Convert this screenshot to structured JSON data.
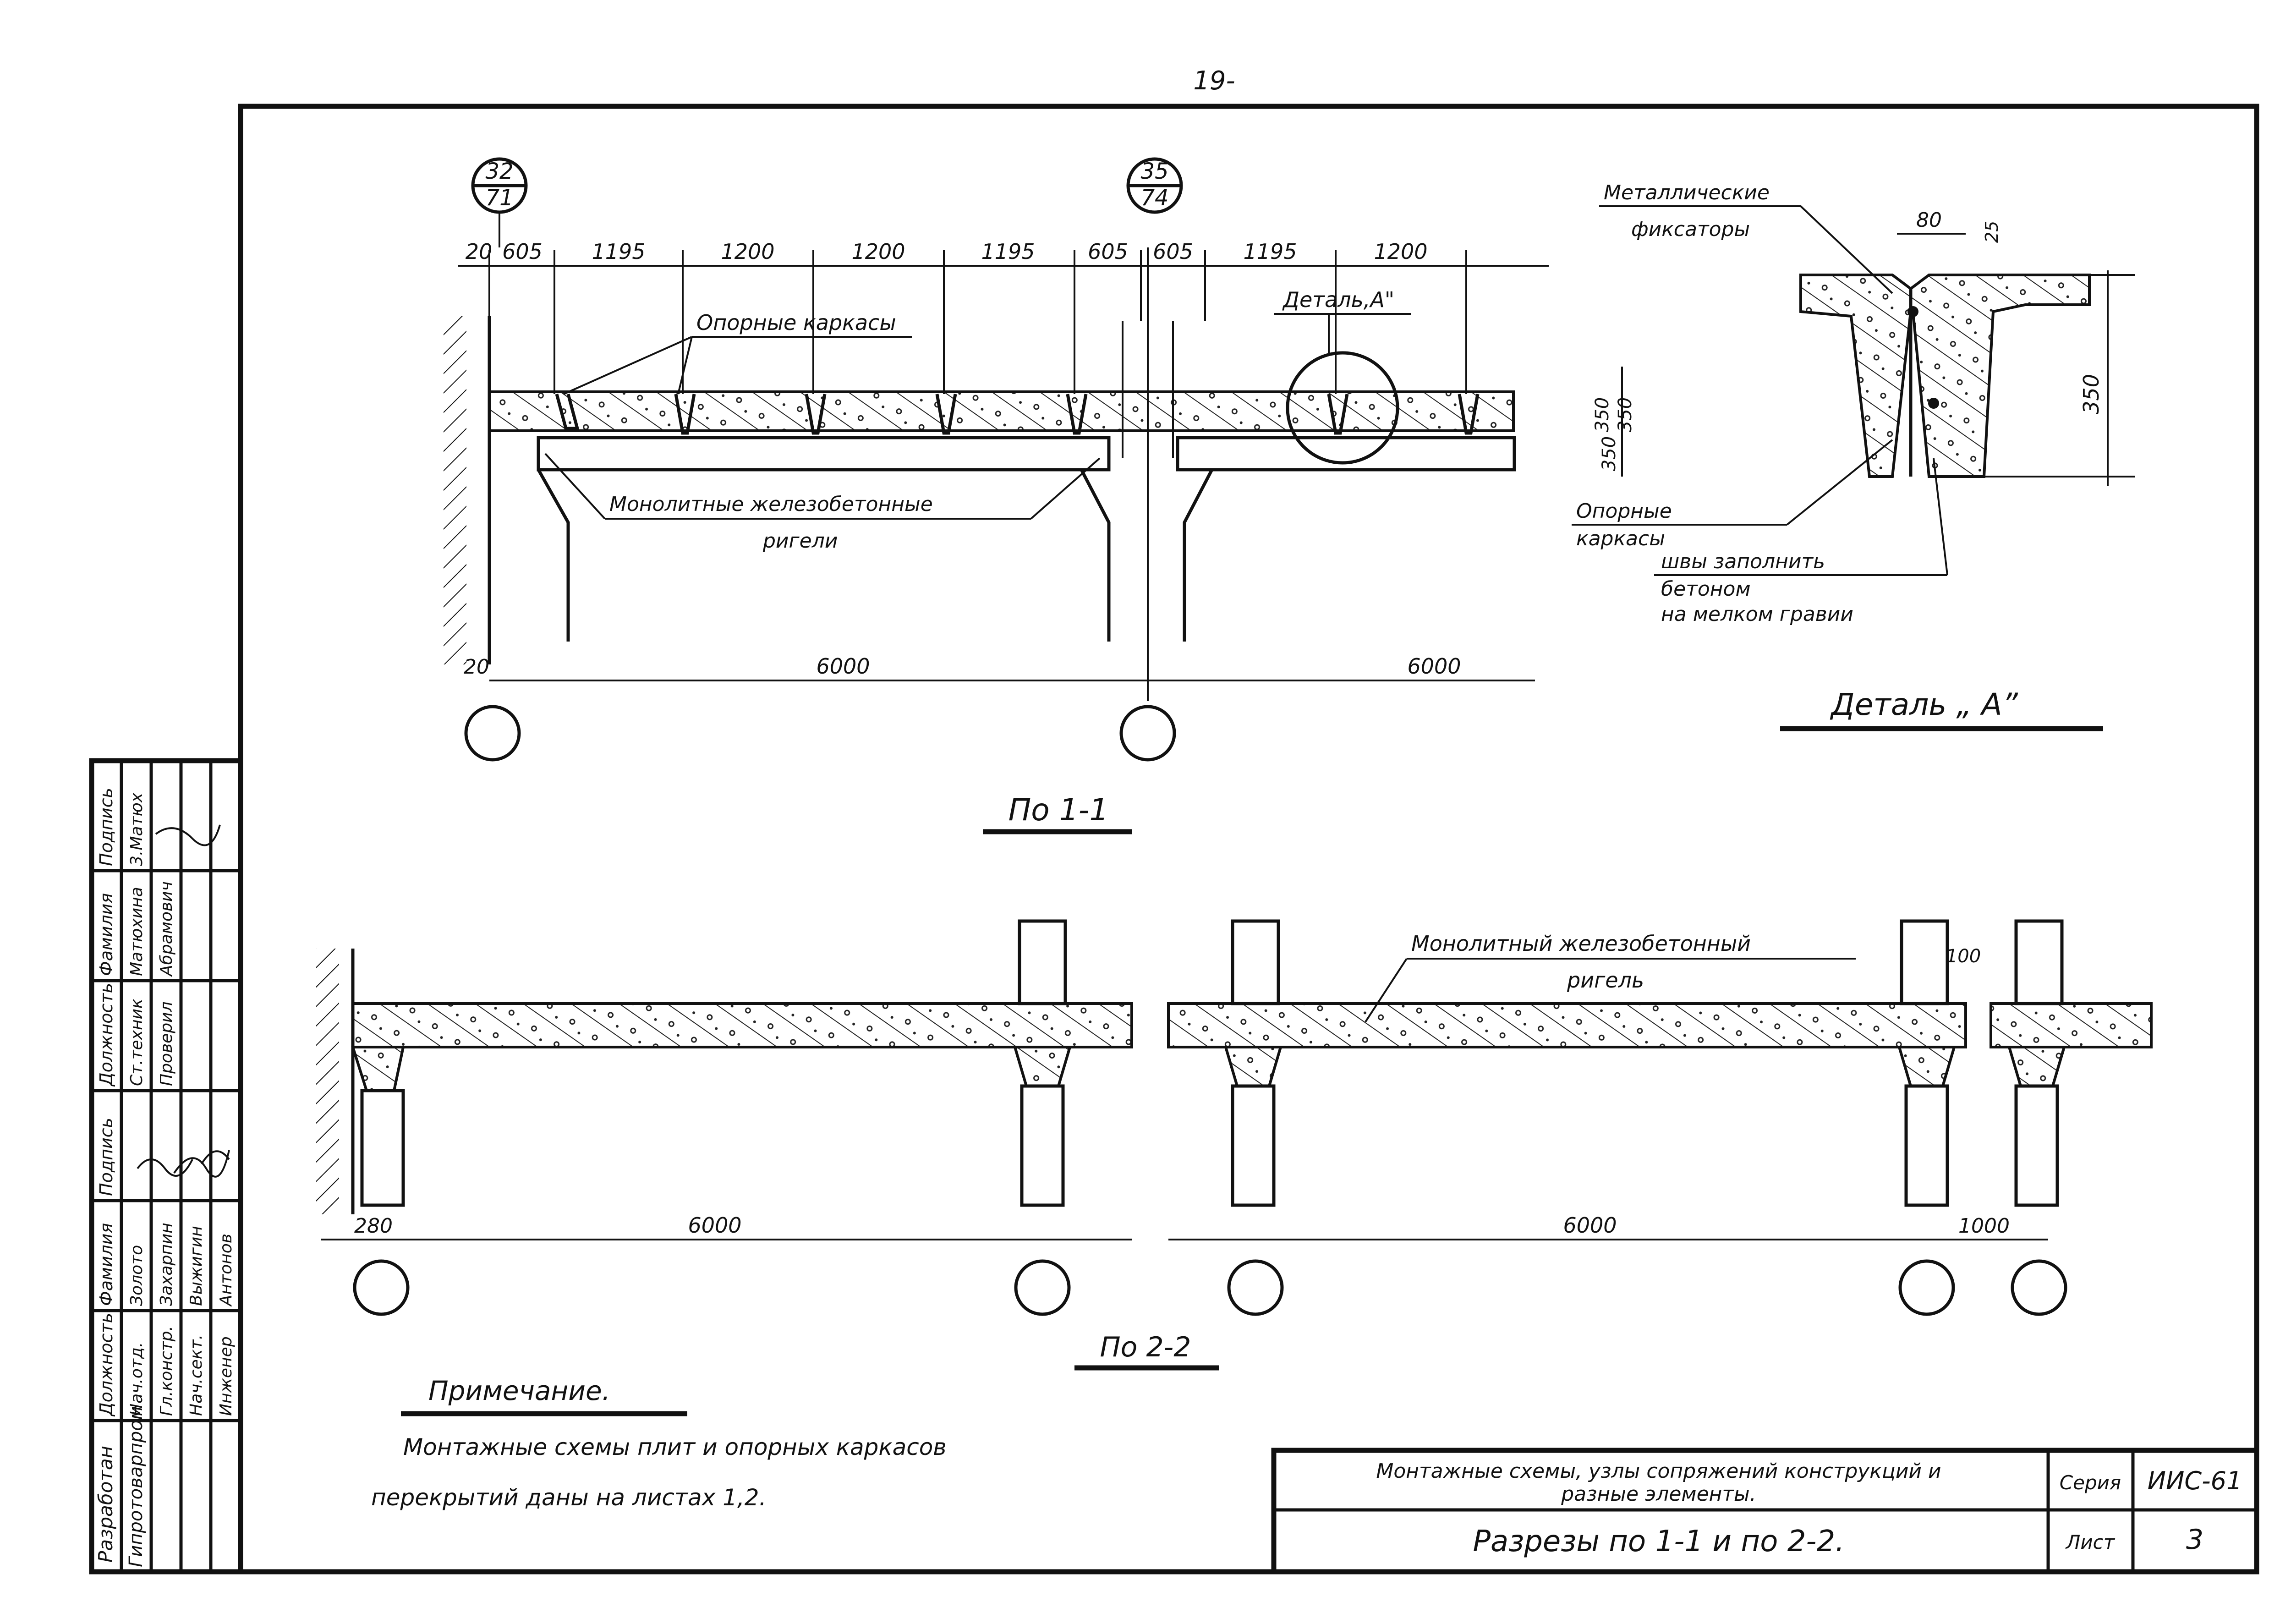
{
  "page_number": "19-",
  "axis_marks": {
    "left_top": "32",
    "left_bottom": "71",
    "mid_top": "35",
    "mid_bottom": "74"
  },
  "section_1": {
    "dims_top": [
      "20",
      "605",
      "1195",
      "1200",
      "1200",
      "1195",
      "605",
      "605",
      "1195",
      "1200"
    ],
    "dims_right": [
      "350",
      "350",
      "350"
    ],
    "dim_left_bottom": "20",
    "spans": [
      "6000",
      "6000"
    ],
    "label_frames": "Опорные каркасы",
    "label_detail_ref": "Деталь,А\"",
    "label_girders_1": "Монолитные железобетонные",
    "label_girders_2": "ригели",
    "title": "По 1-1"
  },
  "detail_a": {
    "label_fixators_1": "Металлические",
    "label_fixators_2": "фиксаторы",
    "dim_width": "80",
    "dim_gap": "25",
    "dim_height": "350",
    "label_frames_1": "Опорные",
    "label_frames_2": "каркасы",
    "label_seams_1": "швы заполнить",
    "label_seams_2": "бетоном",
    "label_seams_3": "на мелком гравии",
    "title": "Деталь „ А”"
  },
  "section_2": {
    "label_girder_1": "Монолитный железобетонный",
    "label_girder_2": "ригель",
    "dim_100": "100",
    "dim_280": "280",
    "spans": [
      "6000",
      "6000",
      "1000"
    ],
    "title": "По 2-2"
  },
  "note": {
    "heading": "Примечание.",
    "line1": "Монтажные схемы плит и опорных каркасов",
    "line2": "перекрытий даны на листах 1,2."
  },
  "title_block": {
    "description_1": "Монтажные схемы, узлы сопряжений конструкций и",
    "description_2": "разные элементы.",
    "sheet_title": "Разрезы по 1-1 и по 2-2.",
    "series_label": "Серия",
    "series_value": "ИИС-61",
    "sheet_label": "Лист",
    "sheet_value": "3"
  },
  "stamp": {
    "developed_by": "Разработан",
    "org": "Гипротоварпром",
    "headers": [
      "Должность",
      "Фамилия",
      "Подпись",
      "Должность",
      "Фамилия",
      "Подпись"
    ],
    "rows": [
      [
        "Нач.отд.",
        "Золото"
      ],
      [
        "Гл.констр.",
        "Захарпин"
      ],
      [
        "Нач.сект.",
        "Выжигин"
      ],
      [
        "Инженер",
        "Антонов"
      ]
    ],
    "rows_right": [
      [
        "Ст.техник",
        "Матюхина",
        "3.Матюх"
      ],
      [
        "Проверил",
        "Абрамович",
        ""
      ]
    ]
  }
}
